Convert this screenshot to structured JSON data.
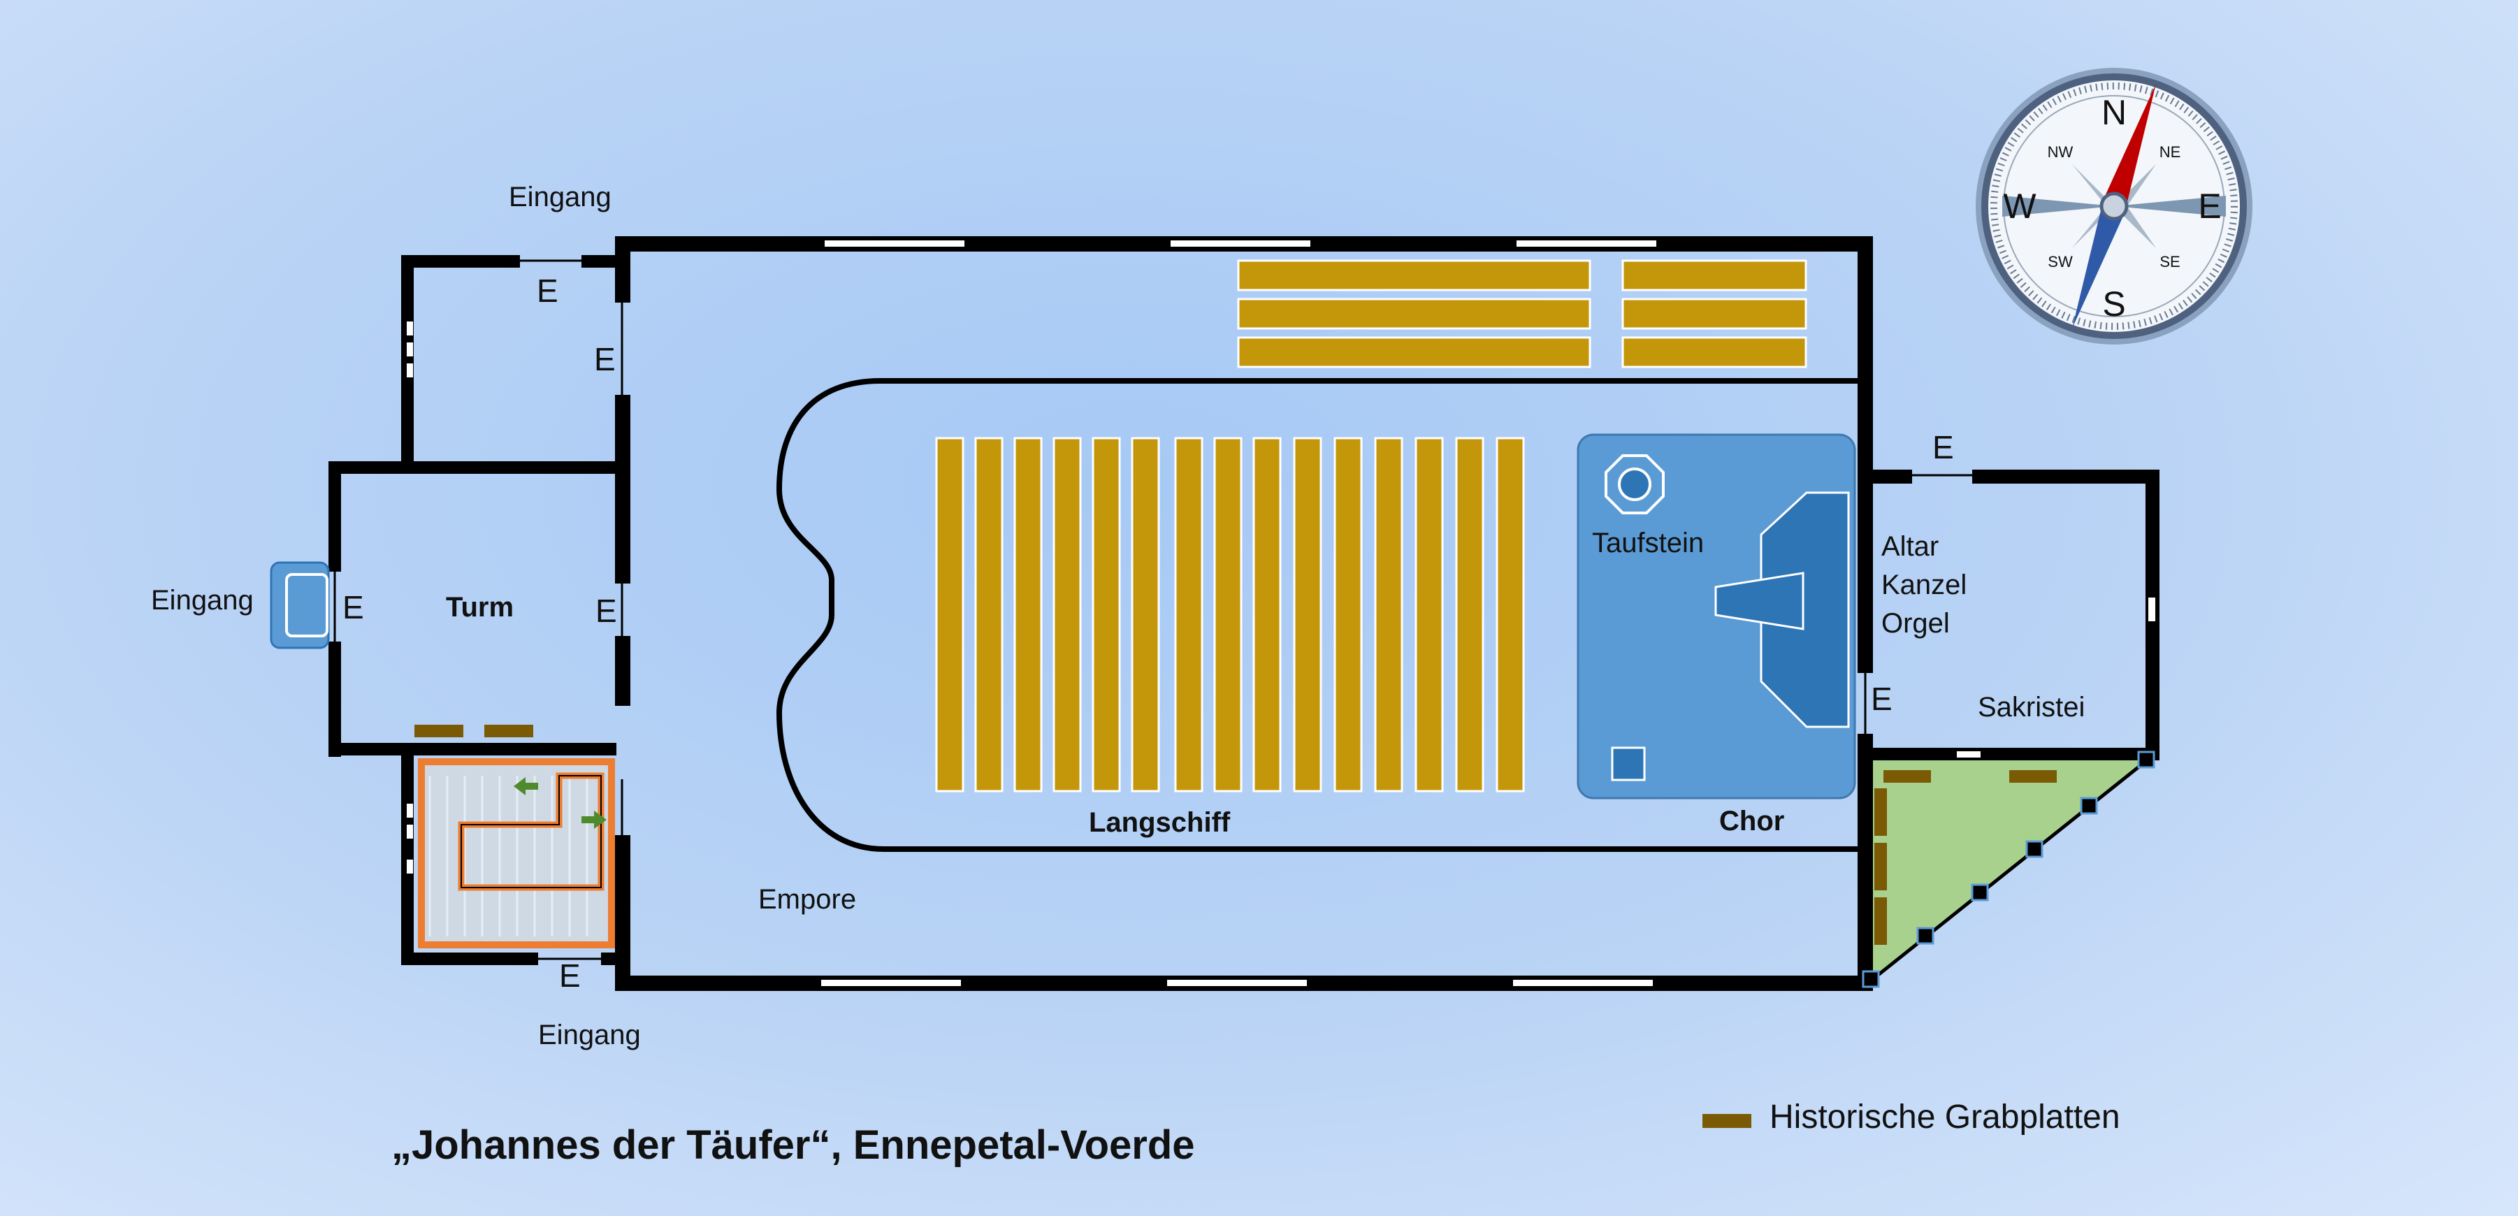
{
  "title": "„Johannes der Täufer“, Ennepetal-Voerde",
  "legend": {
    "label": "Historische Grabplatten",
    "color": "#7a5a05"
  },
  "rooms": {
    "turm": "Turm",
    "langschiff": "Langschiff",
    "chor": "Chor",
    "sakristei": "Sakristei",
    "empore": "Empore"
  },
  "features": {
    "taufstein": "Taufstein",
    "altar": "Altar",
    "kanzel": "Kanzel",
    "orgel": "Orgel"
  },
  "entrances": {
    "top": "Eingang",
    "left": "Eingang",
    "bottom": "Eingang",
    "door_marker": "E"
  },
  "compass": {
    "north": "N",
    "south": "S",
    "east": "E",
    "west": "W",
    "northeast": "NE",
    "northwest": "NW",
    "southeast": "SE",
    "southwest": "SW"
  },
  "colors": {
    "wall": "#000000",
    "pew": "#c4960a",
    "choir_fill": "#5b9bd5",
    "altar_fill": "#2e75b6",
    "courtyard": "#a9d18e",
    "stair_orange": "#ed7d31",
    "arrow_green": "#4f8a2c"
  }
}
